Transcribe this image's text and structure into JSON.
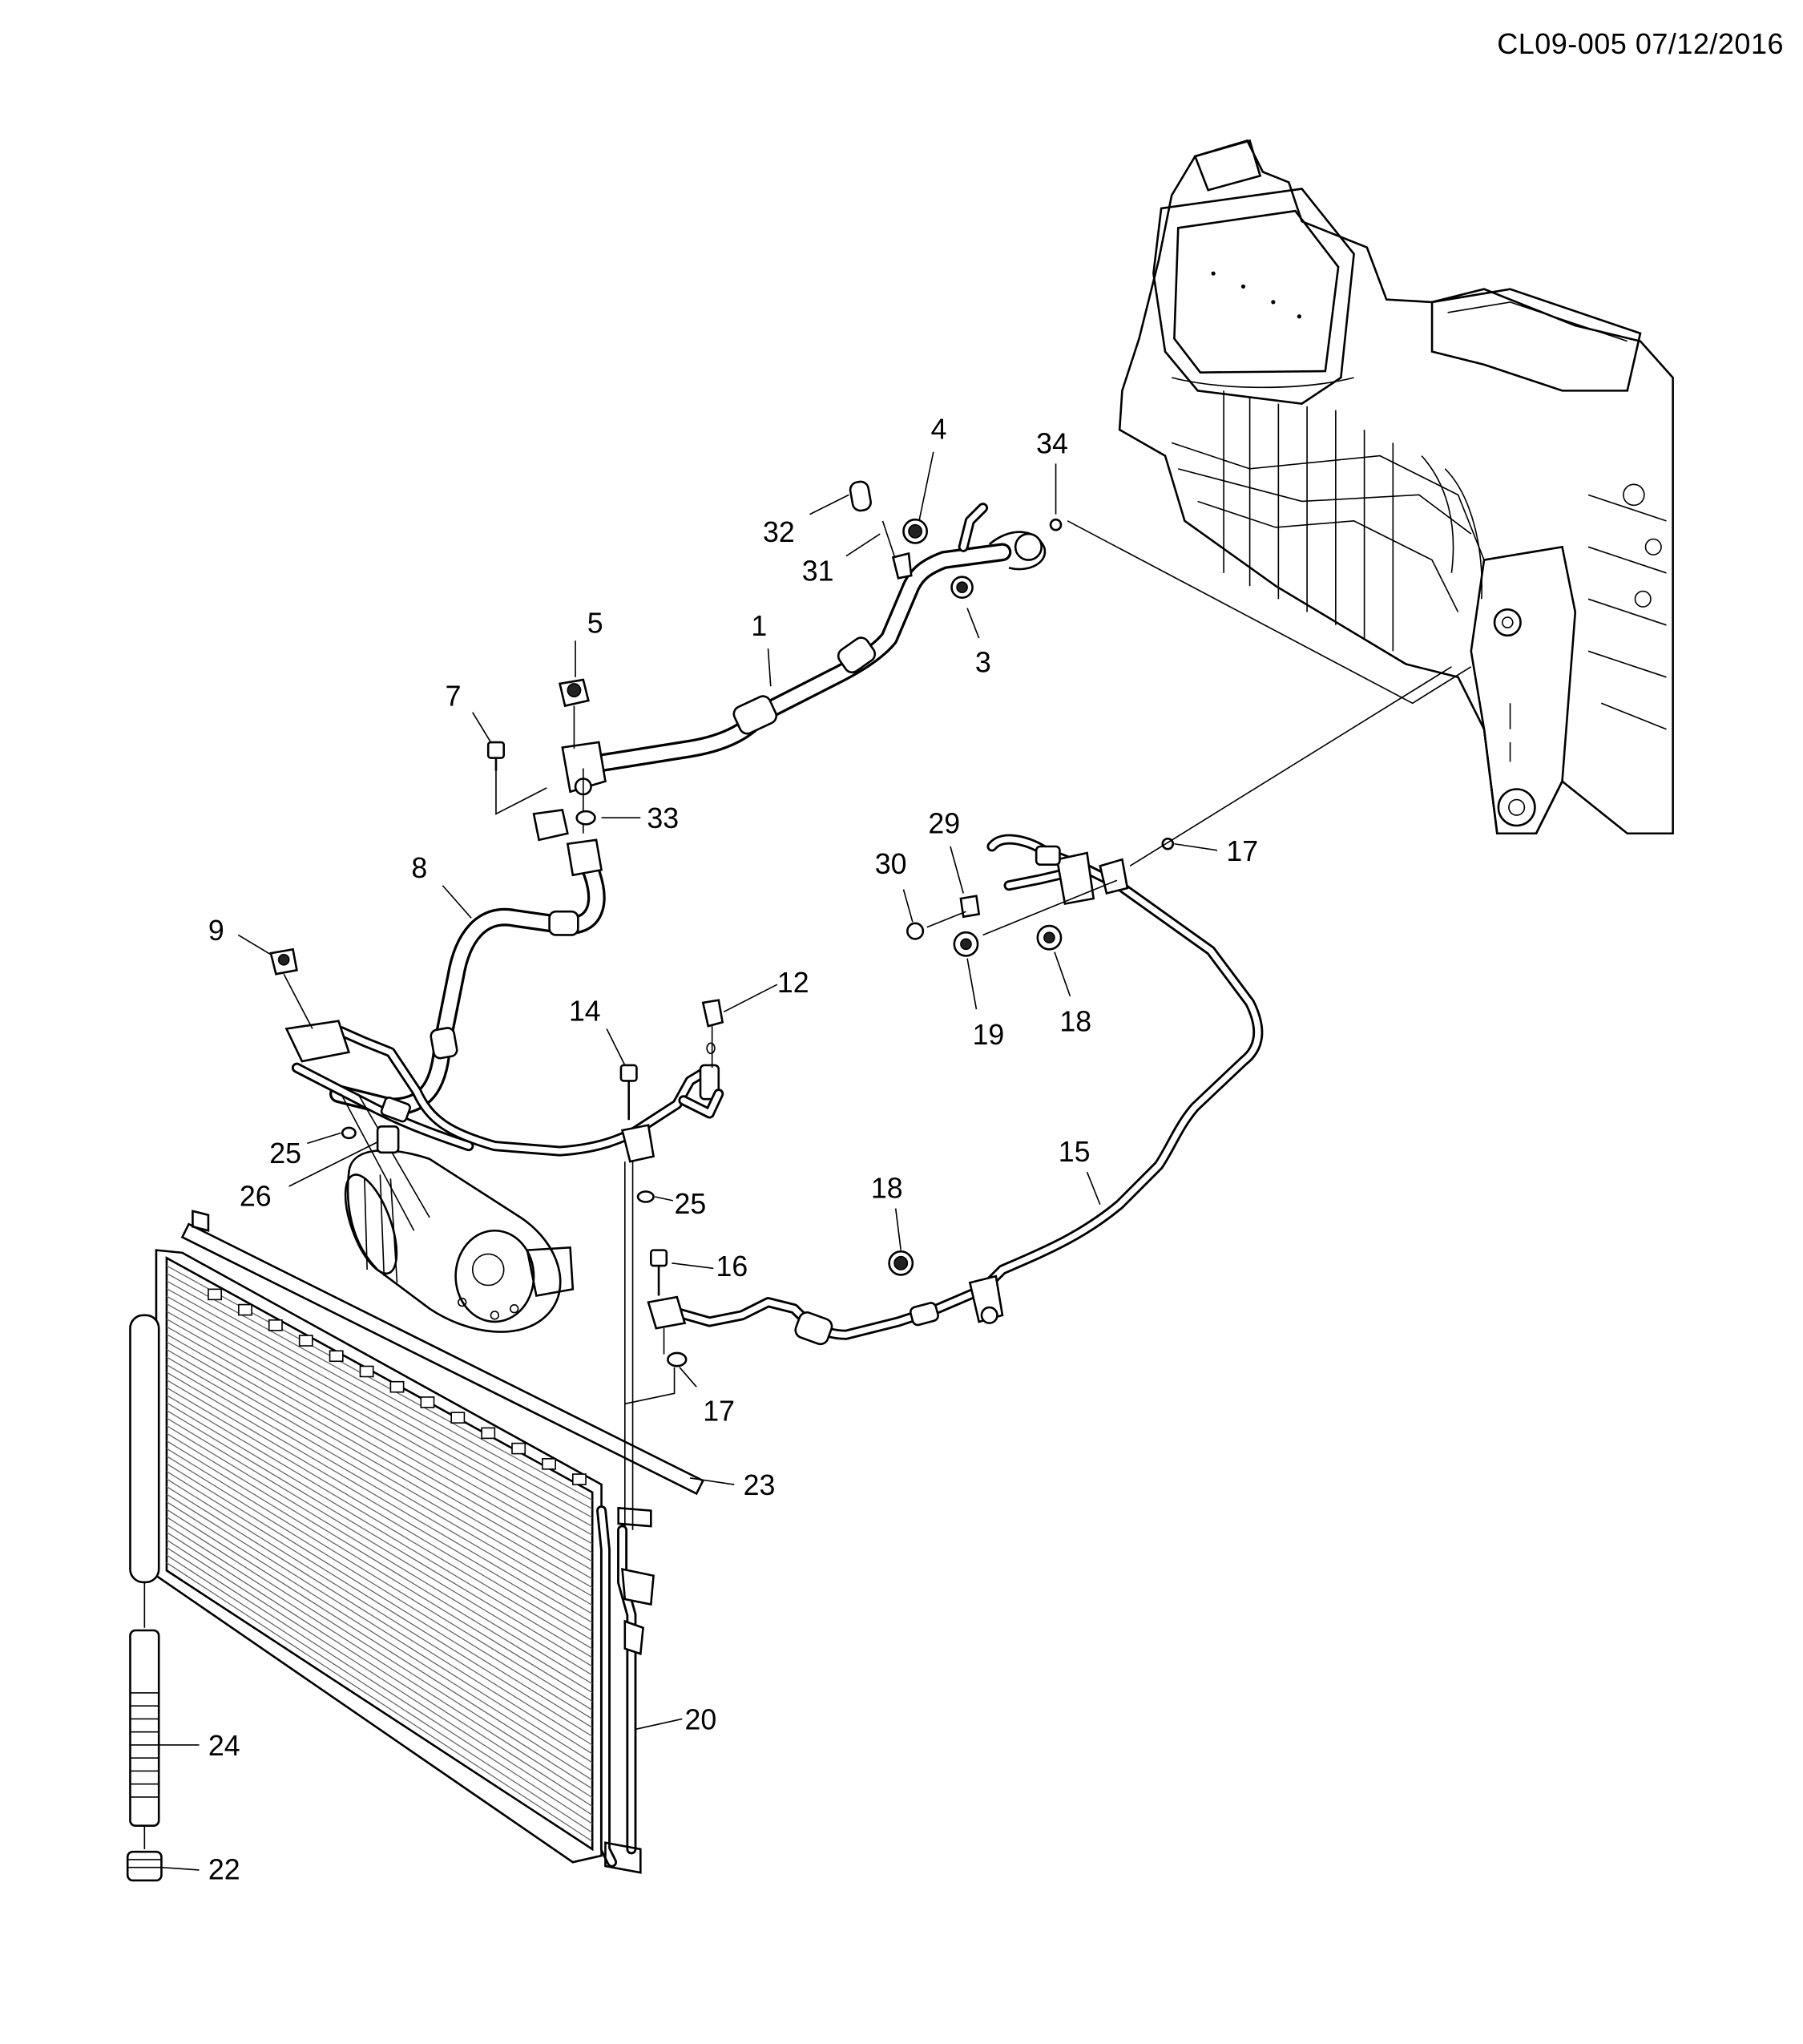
{
  "header": {
    "doc_ref": "CL09-005 07/12/2016"
  },
  "callouts": {
    "c1": "1",
    "c3": "3",
    "c4": "4",
    "c5": "5",
    "c7": "7",
    "c8": "8",
    "c9": "9",
    "c12": "12",
    "c14": "14",
    "c15": "15",
    "c16": "16",
    "c17a": "17",
    "c17b": "17",
    "c18a": "18",
    "c18b": "18",
    "c19": "19",
    "c20": "20",
    "c22": "22",
    "c23": "23",
    "c24": "24",
    "c25a": "25",
    "c25b": "25",
    "c26": "26",
    "c29": "29",
    "c30": "30",
    "c31": "31",
    "c32": "32",
    "c33": "33",
    "c34": "34"
  }
}
